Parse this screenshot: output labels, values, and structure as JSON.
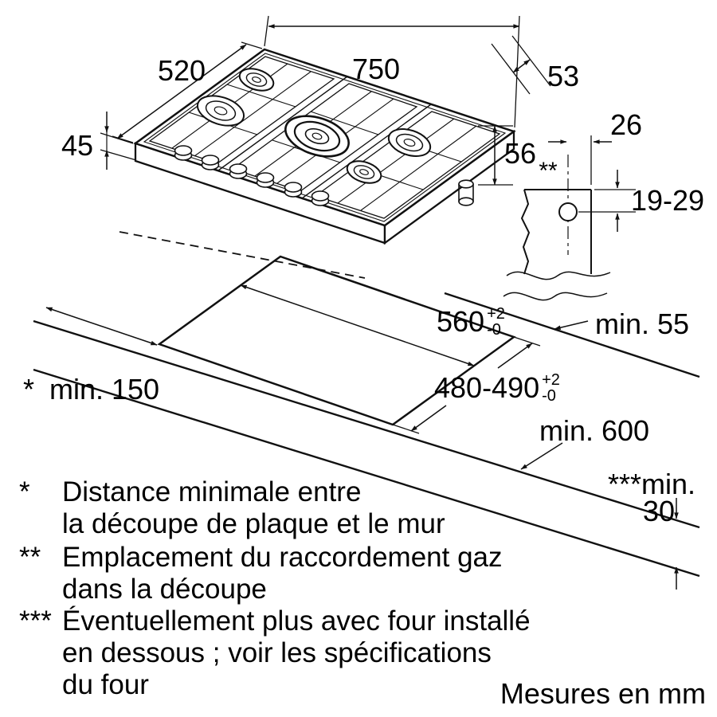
{
  "dimensions": {
    "width_top": "750",
    "depth_left": "520",
    "height_front": "45",
    "gas_offset": "53",
    "height_right": "56",
    "gas_detail_width": "26",
    "gas_detail_marker": "**",
    "gas_detail_depth": "19-29",
    "rear_clearance": "min. 55",
    "cutout_width": {
      "value": "560",
      "tol_plus": "+2",
      "tol_minus": "-0"
    },
    "cutout_depth": {
      "value": "480-490",
      "tol_plus": "+2",
      "tol_minus": "-0"
    },
    "side_clearance_marker": "*",
    "side_clearance": "min. 150",
    "worktop_depth": "min. 600",
    "bottom_clearance_line1": "***min.",
    "bottom_clearance_line2": "30"
  },
  "footnotes": [
    {
      "marker": "*",
      "lines": [
        "Distance minimale entre",
        "la découpe de plaque et le mur"
      ]
    },
    {
      "marker": "**",
      "lines": [
        "Emplacement du raccordement gaz",
        "dans la découpe"
      ]
    },
    {
      "marker": "***",
      "lines": [
        "Éventuellement plus avec four installé",
        "en dessous ; voir les spécifications",
        "du four"
      ]
    }
  ],
  "units_note": "Mesures en mm"
}
